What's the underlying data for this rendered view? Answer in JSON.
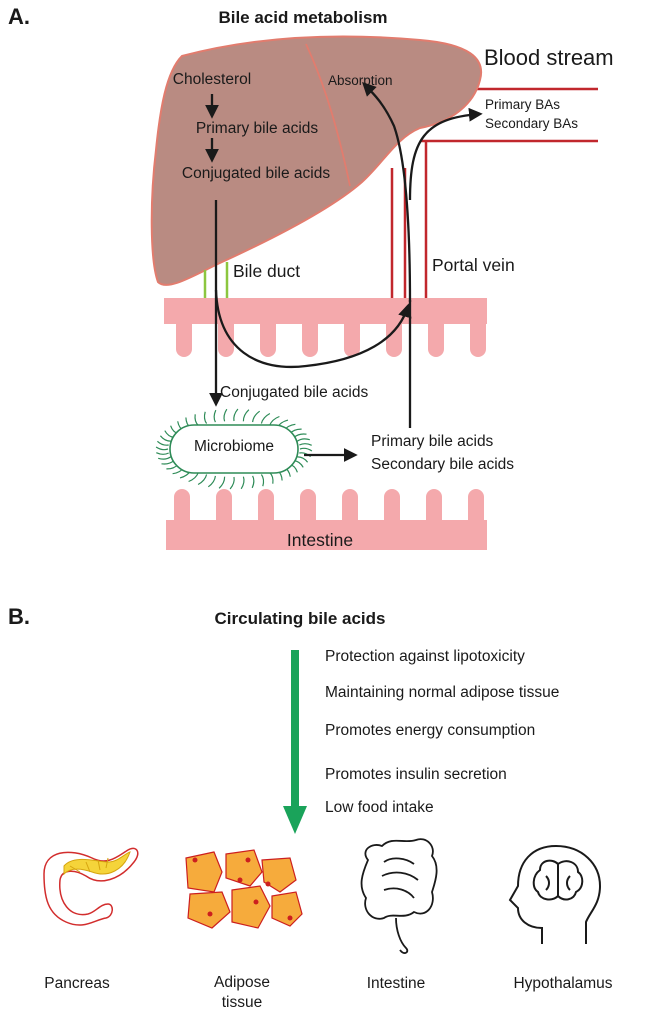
{
  "panel_a": {
    "letter": "A.",
    "title": "Bile acid metabolism",
    "liver_steps": [
      "Cholesterol",
      "Primary bile acids",
      "Conjugated bile acids"
    ],
    "absorption": "Absorption",
    "blood_stream": "Blood stream",
    "blood_contents": [
      "Primary BAs",
      "Secondary BAs"
    ],
    "bile_duct": "Bile duct",
    "portal_vein": "Portal vein",
    "conjugated_bile_acids": "Conjugated bile acids",
    "microbiome": "Microbiome",
    "microbiome_output": [
      "Primary bile acids",
      "Secondary bile acids"
    ],
    "intestine": "Intestine"
  },
  "panel_b": {
    "letter": "B.",
    "title": "Circulating bile acids",
    "effects": [
      "Protection against lipotoxicity",
      "Maintaining normal adipose tissue",
      "Promotes energy consumption",
      "Promotes insulin secretion",
      "Low food intake"
    ],
    "organs": [
      {
        "label": "Pancreas",
        "icon": "pancreas-icon"
      },
      {
        "label": "Adipose tissue",
        "label_lines": [
          "Adipose",
          "tissue"
        ],
        "icon": "adipose-tissue-icon"
      },
      {
        "label": "Intestine",
        "icon": "intestine-icon"
      },
      {
        "label": "Hypothalamus",
        "icon": "brain-head-icon"
      }
    ]
  },
  "colors": {
    "liver_fill": "#b98b82",
    "liver_outline": "#e27c6e",
    "intestine_pink": "#f4a9ac",
    "blood_red": "#c1272d",
    "bile_duct_green": "#8cc63f",
    "arrow_green": "#1aa35a",
    "microbiome_green": "#2e8b57",
    "adipose_orange": "#f6ab3c",
    "adipose_dot": "#cc1f1f",
    "pancreas_yellow": "#f5d43a"
  }
}
